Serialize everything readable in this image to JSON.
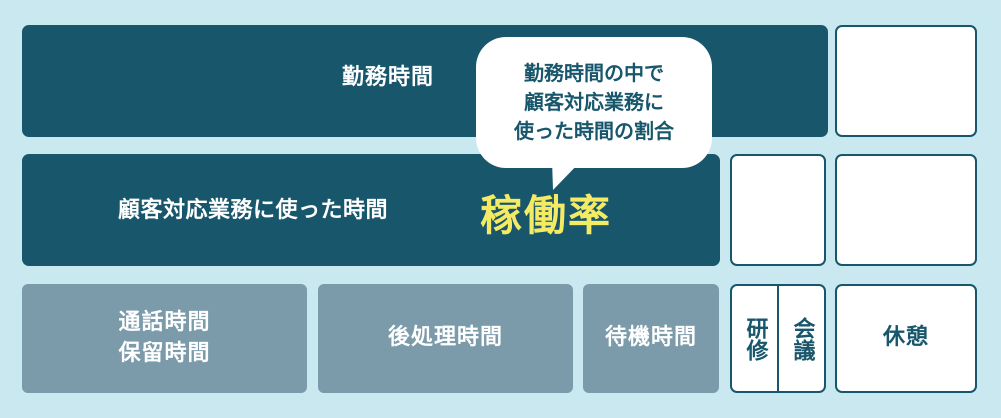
{
  "colors": {
    "background": "#cae8f0",
    "dark_box": "#18566b",
    "gray_box": "#7b9bab",
    "highlight": "#f4ea63",
    "white": "#ffffff"
  },
  "row1": {
    "work_hours": "勤務時間"
  },
  "bubble": {
    "line1": "勤務時間の中で",
    "line2": "顧客対応業務に",
    "line3": "使った時間の割合"
  },
  "row2": {
    "customer_time": "顧客対応業務に使った時間",
    "utilization": "稼働率"
  },
  "row3": {
    "talk_time": "通話時間",
    "hold_time": "保留時間",
    "after_work": "後処理時間",
    "idle_time": "待機時間",
    "training": "研修",
    "meeting": "会議",
    "break": "休憩"
  }
}
